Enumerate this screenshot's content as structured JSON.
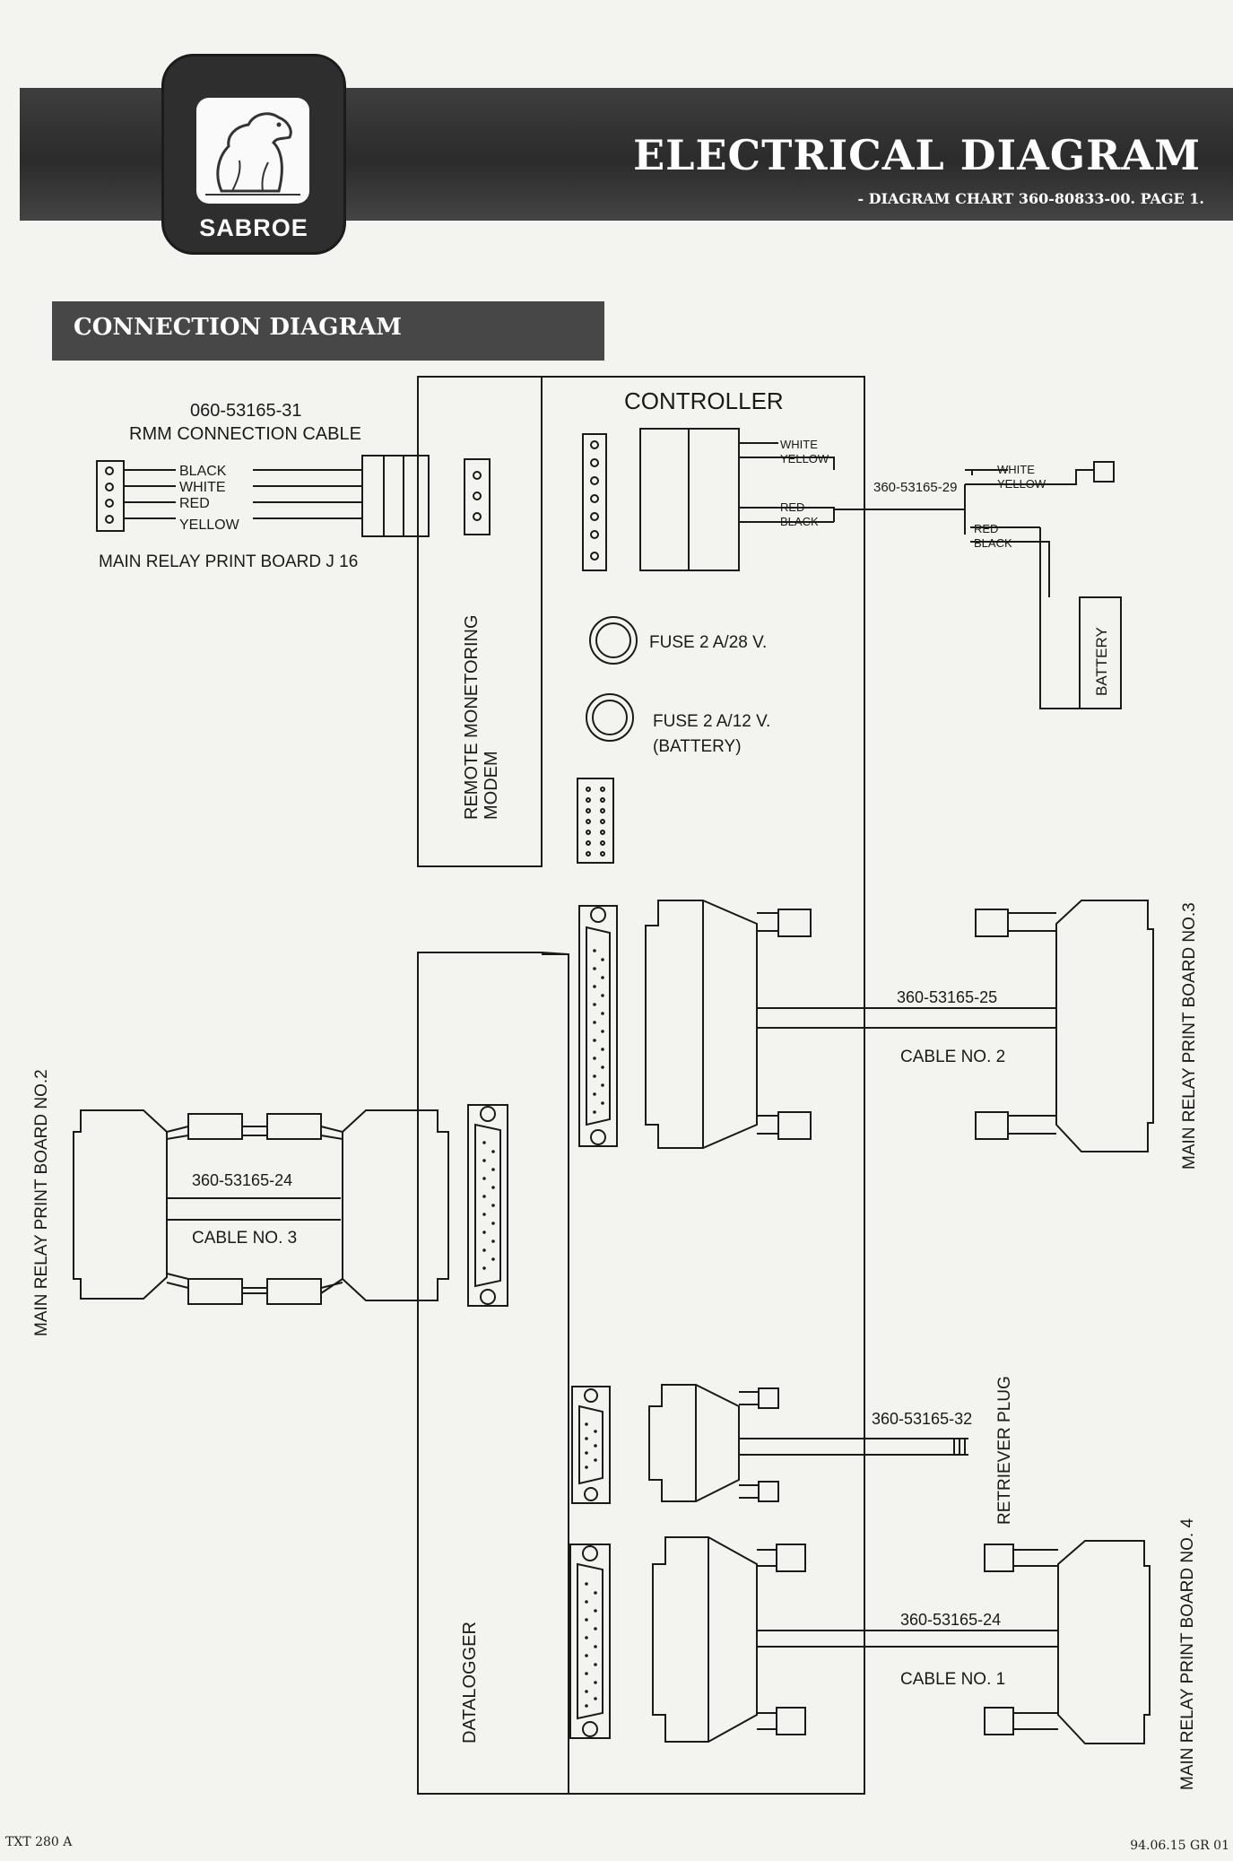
{
  "header": {
    "logo_text": "SABROE",
    "title": "ELECTRICAL DIAGRAM",
    "subtitle": "- DIAGRAM CHART 360-80833-00. PAGE 1."
  },
  "section": {
    "title": "CONNECTION DIAGRAM"
  },
  "modules": {
    "controller": "CONTROLLER",
    "modem": [
      "REMOTE MONETORING",
      "MODEM"
    ],
    "datalogger": "DATALOGGER"
  },
  "rmm": {
    "part_number": "060-53165-31",
    "cable_name": "RMM CONNECTION CABLE",
    "wires": [
      "BLACK",
      "WHITE",
      "RED",
      "YELLOW"
    ],
    "board": "MAIN RELAY PRINT BOARD J 16"
  },
  "controller_terminal": {
    "wires_top": [
      "WHITE",
      "YELLOW"
    ],
    "wires_bottom": [
      "RED",
      "BLACK"
    ]
  },
  "battery_cable": {
    "part_number": "360-53165-29",
    "wires_top": [
      "WHITE",
      "YELLOW"
    ],
    "wires_bottom": [
      "RED",
      "BLACK"
    ],
    "battery": "BATTERY"
  },
  "fuses": {
    "fuse1": "FUSE 2 A/28 V.",
    "fuse2_line1": "FUSE 2 A/12 V.",
    "fuse2_line2": "(BATTERY)"
  },
  "cable2": {
    "part_number": "360-53165-25",
    "name": "CABLE NO. 2",
    "board": "MAIN RELAY PRINT BOARD NO.3"
  },
  "cable3": {
    "part_number": "360-53165-24",
    "name": "CABLE NO. 3",
    "board": "MAIN RELAY PRINT BOARD NO.2"
  },
  "retriever": {
    "part_number": "360-53165-32",
    "name": "RETRIEVER PLUG"
  },
  "cable1": {
    "part_number": "360-53165-24",
    "name": "CABLE NO. 1",
    "board": "MAIN RELAY PRINT BOARD NO. 4"
  },
  "footer": {
    "left": "TXT 280 A",
    "right": "94.06.15 GR 01"
  }
}
